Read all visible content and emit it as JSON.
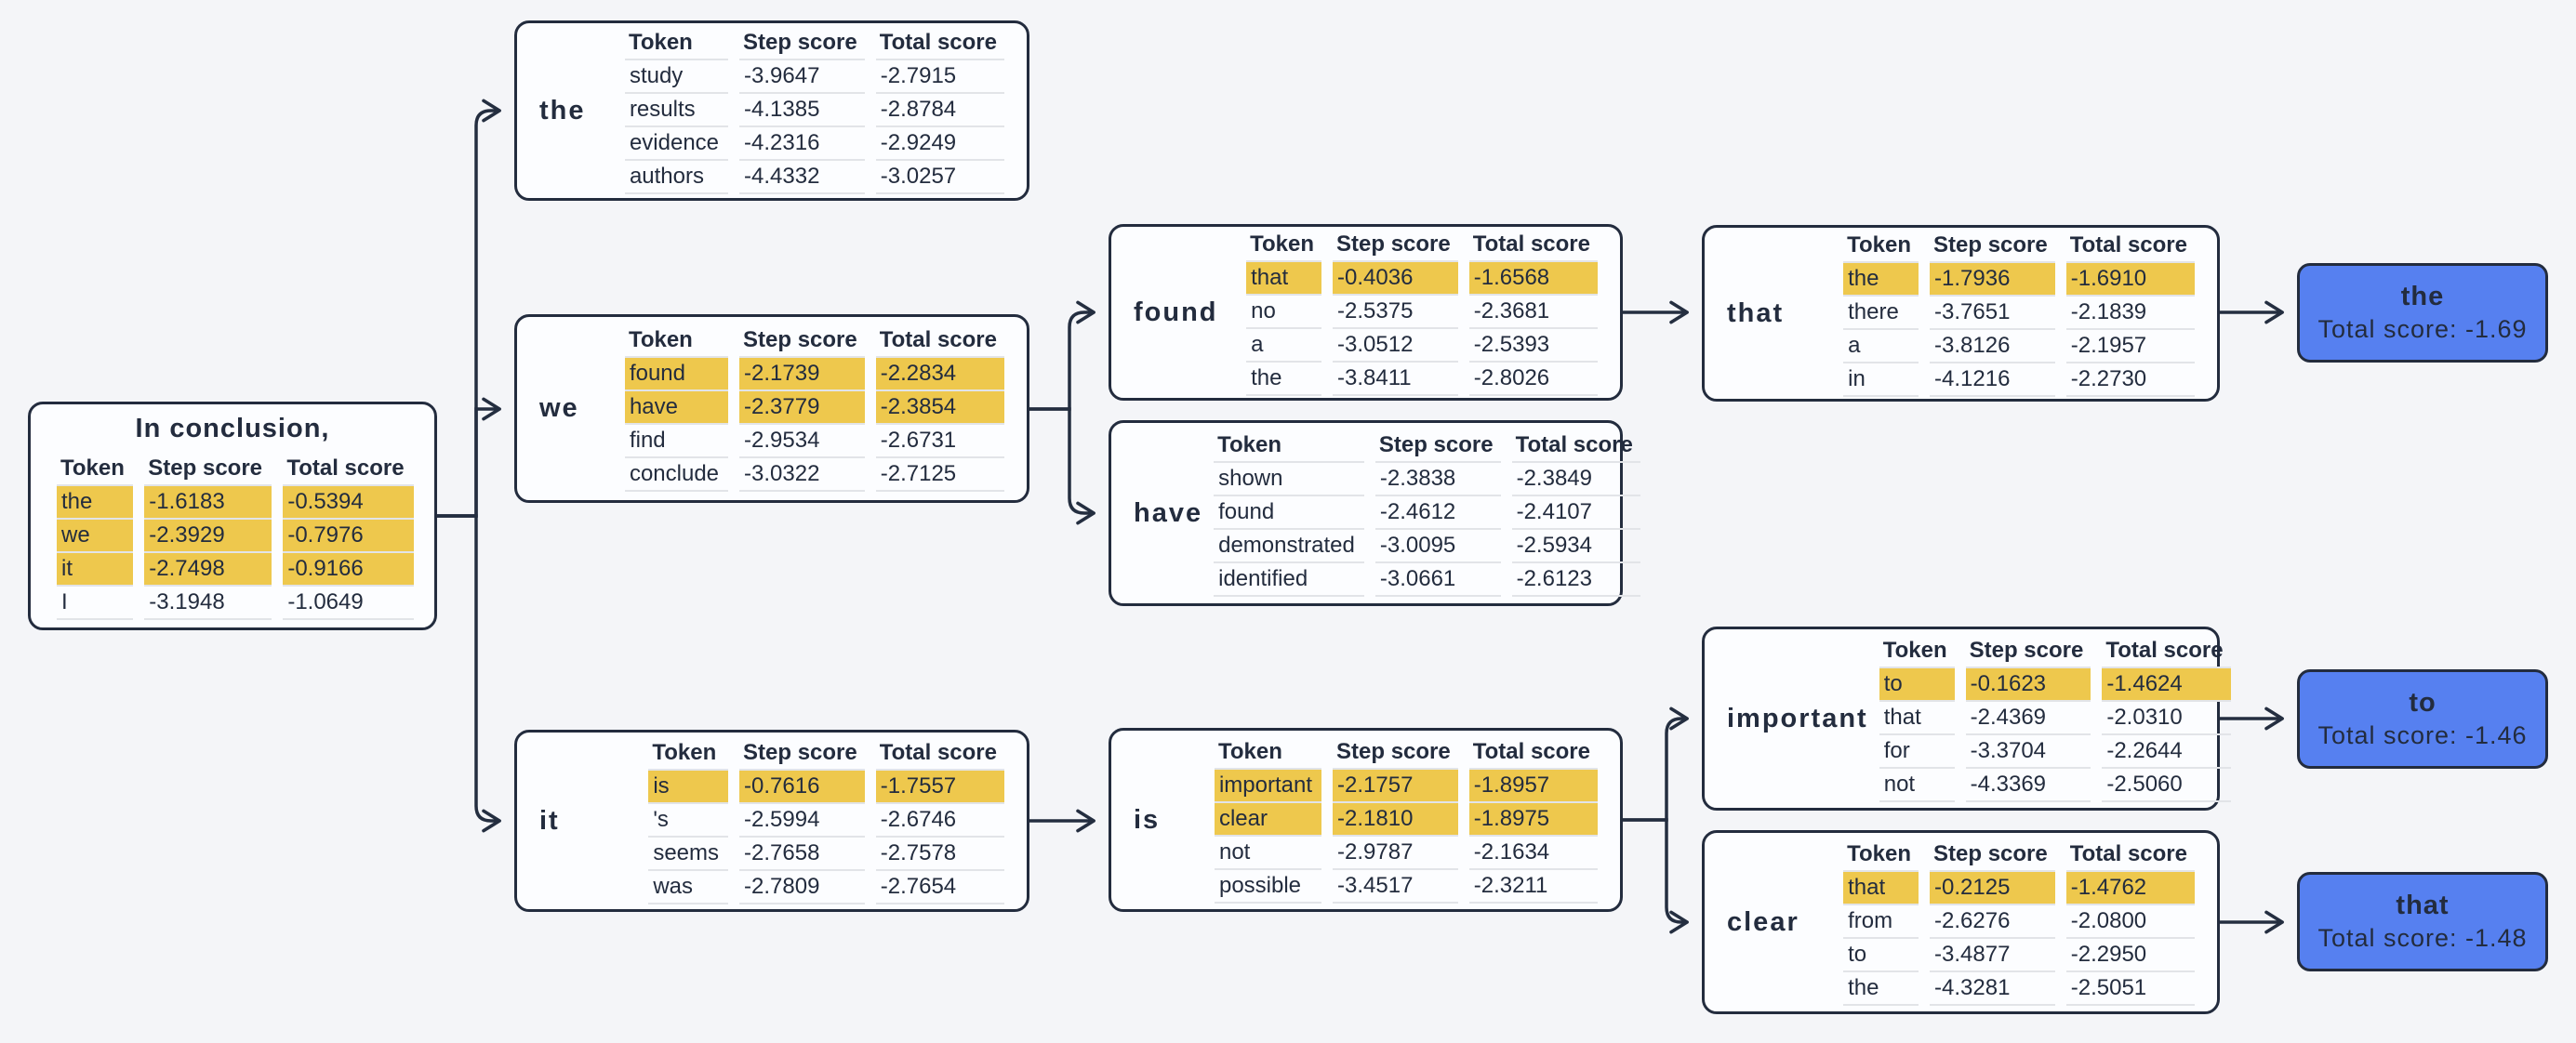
{
  "columns": [
    "Token",
    "Step score",
    "Total score"
  ],
  "colors": {
    "page_bg": "#f4f5f8",
    "node_bg": "#fcfdff",
    "border": "#232c3e",
    "line": "#242e40",
    "highlight": "#eec84d",
    "terminal_bg": "#5680f0",
    "text": "#232c3e",
    "row_divider": "#e2e4e8"
  },
  "root": {
    "title": "In conclusion,",
    "rows": [
      {
        "token": "the",
        "step": "-1.6183",
        "total": "-0.5394",
        "hl": true
      },
      {
        "token": "we",
        "step": "-2.3929",
        "total": "-0.7976",
        "hl": true
      },
      {
        "token": "it",
        "step": "-2.7498",
        "total": "-0.9166",
        "hl": true
      },
      {
        "token": "I",
        "step": "-3.1948",
        "total": "-1.0649",
        "hl": false
      }
    ]
  },
  "nodes": {
    "the": {
      "label": "the",
      "rows": [
        {
          "token": "study",
          "step": "-3.9647",
          "total": "-2.7915",
          "hl": false
        },
        {
          "token": "results",
          "step": "-4.1385",
          "total": "-2.8784",
          "hl": false
        },
        {
          "token": "evidence",
          "step": "-4.2316",
          "total": "-2.9249",
          "hl": false
        },
        {
          "token": "authors",
          "step": "-4.4332",
          "total": "-3.0257",
          "hl": false
        }
      ]
    },
    "we": {
      "label": "we",
      "rows": [
        {
          "token": "found",
          "step": "-2.1739",
          "total": "-2.2834",
          "hl": true
        },
        {
          "token": "have",
          "step": "-2.3779",
          "total": "-2.3854",
          "hl": true
        },
        {
          "token": "find",
          "step": "-2.9534",
          "total": "-2.6731",
          "hl": false
        },
        {
          "token": "conclude",
          "step": "-3.0322",
          "total": "-2.7125",
          "hl": false
        }
      ]
    },
    "it": {
      "label": "it",
      "rows": [
        {
          "token": "is",
          "step": "-0.7616",
          "total": "-1.7557",
          "hl": true
        },
        {
          "token": "'s",
          "step": "-2.5994",
          "total": "-2.6746",
          "hl": false
        },
        {
          "token": "seems",
          "step": "-2.7658",
          "total": "-2.7578",
          "hl": false
        },
        {
          "token": "was",
          "step": "-2.7809",
          "total": "-2.7654",
          "hl": false
        }
      ]
    },
    "found": {
      "label": "found",
      "rows": [
        {
          "token": "that",
          "step": "-0.4036",
          "total": "-1.6568",
          "hl": true
        },
        {
          "token": "no",
          "step": "-2.5375",
          "total": "-2.3681",
          "hl": false
        },
        {
          "token": "a",
          "step": "-3.0512",
          "total": "-2.5393",
          "hl": false
        },
        {
          "token": "the",
          "step": "-3.8411",
          "total": "-2.8026",
          "hl": false
        }
      ]
    },
    "have": {
      "label": "have",
      "rows": [
        {
          "token": "shown",
          "step": "-2.3838",
          "total": "-2.3849",
          "hl": false
        },
        {
          "token": "found",
          "step": "-2.4612",
          "total": "-2.4107",
          "hl": false
        },
        {
          "token": "demonstrated",
          "step": "-3.0095",
          "total": "-2.5934",
          "hl": false
        },
        {
          "token": "identified",
          "step": "-3.0661",
          "total": "-2.6123",
          "hl": false
        }
      ]
    },
    "is": {
      "label": "is",
      "rows": [
        {
          "token": "important",
          "step": "-2.1757",
          "total": "-1.8957",
          "hl": true
        },
        {
          "token": "clear",
          "step": "-2.1810",
          "total": "-1.8975",
          "hl": true
        },
        {
          "token": "not",
          "step": "-2.9787",
          "total": "-2.1634",
          "hl": false
        },
        {
          "token": "possible",
          "step": "-3.4517",
          "total": "-2.3211",
          "hl": false
        }
      ]
    },
    "that": {
      "label": "that",
      "rows": [
        {
          "token": "the",
          "step": "-1.7936",
          "total": "-1.6910",
          "hl": true
        },
        {
          "token": "there",
          "step": "-3.7651",
          "total": "-2.1839",
          "hl": false
        },
        {
          "token": "a",
          "step": "-3.8126",
          "total": "-2.1957",
          "hl": false
        },
        {
          "token": "in",
          "step": "-4.1216",
          "total": "-2.2730",
          "hl": false
        }
      ]
    },
    "important": {
      "label": "important",
      "rows": [
        {
          "token": "to",
          "step": "-0.1623",
          "total": "-1.4624",
          "hl": true
        },
        {
          "token": "that",
          "step": "-2.4369",
          "total": "-2.0310",
          "hl": false
        },
        {
          "token": "for",
          "step": "-3.3704",
          "total": "-2.2644",
          "hl": false
        },
        {
          "token": "not",
          "step": "-4.3369",
          "total": "-2.5060",
          "hl": false
        }
      ]
    },
    "clear": {
      "label": "clear",
      "rows": [
        {
          "token": "that",
          "step": "-0.2125",
          "total": "-1.4762",
          "hl": true
        },
        {
          "token": "from",
          "step": "-2.6276",
          "total": "-2.0800",
          "hl": false
        },
        {
          "token": "to",
          "step": "-3.4877",
          "total": "-2.2950",
          "hl": false
        },
        {
          "token": "the",
          "step": "-4.3281",
          "total": "-2.5051",
          "hl": false
        }
      ]
    }
  },
  "terminals": {
    "the": {
      "label": "the",
      "score": "Total score: -1.69"
    },
    "to": {
      "label": "to",
      "score": "Total score: -1.46"
    },
    "that": {
      "label": "that",
      "score": "Total score: -1.48"
    }
  }
}
